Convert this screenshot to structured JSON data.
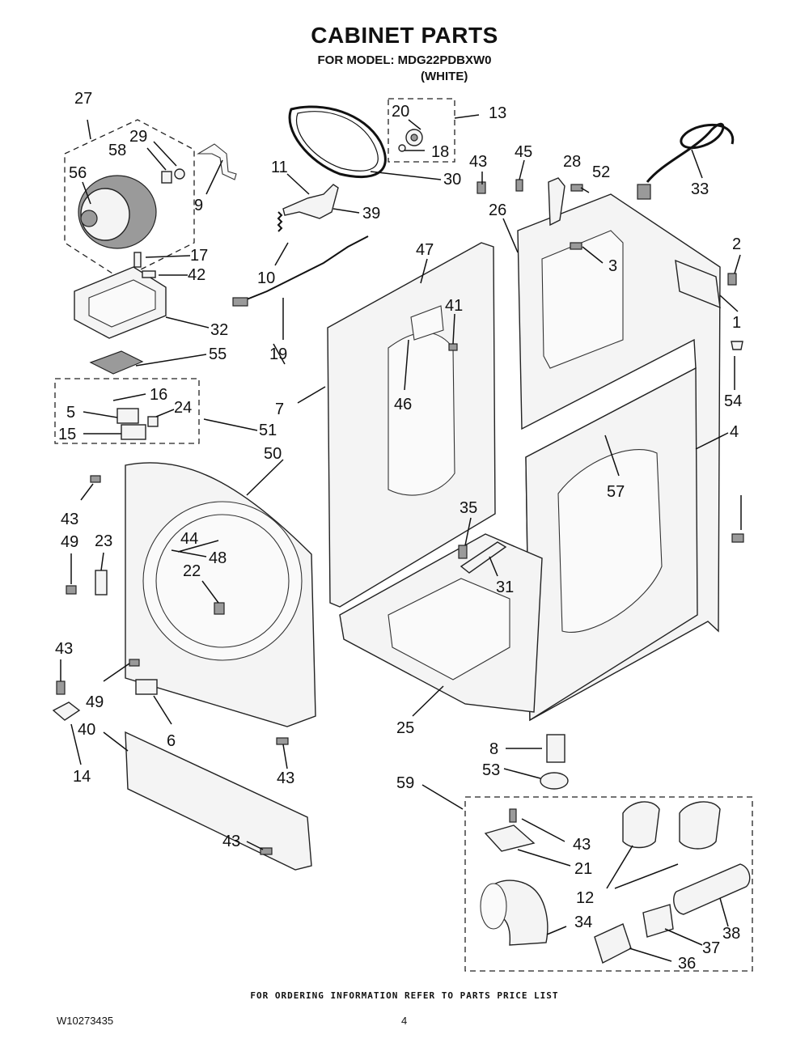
{
  "header": {
    "title": "CABINET PARTS",
    "model_line": "FOR MODEL: MDG22PDBXW0",
    "color_line": "(WHITE)"
  },
  "footer": {
    "ordering_note": "FOR ORDERING INFORMATION REFER TO PARTS PRICE LIST",
    "document_number": "W10273435",
    "page_number": "4"
  },
  "callouts": {
    "c1": "1",
    "c2": "2",
    "c3": "3",
    "c4": "4",
    "c5": "5",
    "c6": "6",
    "c7": "7",
    "c8": "8",
    "c9": "9",
    "c10": "10",
    "c11": "11",
    "c12": "12",
    "c13": "13",
    "c14": "14",
    "c15": "15",
    "c16": "16",
    "c17": "17",
    "c18": "18",
    "c19": "19",
    "c20": "20",
    "c21": "21",
    "c22": "22",
    "c23": "23",
    "c24": "24",
    "c25": "25",
    "c26": "26",
    "c27": "27",
    "c28": "28",
    "c29": "29",
    "c30": "30",
    "c31": "31",
    "c32": "32",
    "c33": "33",
    "c34": "34",
    "c35": "35",
    "c36": "36",
    "c37": "37",
    "c38": "38",
    "c39": "39",
    "c40": "40",
    "c41": "41",
    "c42": "42",
    "c43": "43",
    "c44": "44",
    "c45": "45",
    "c46": "46",
    "c47": "47",
    "c48": "48",
    "c49": "49",
    "c50": "50",
    "c51": "51",
    "c52": "52",
    "c53": "53",
    "c54": "54",
    "c55": "55",
    "c56": "56",
    "c57": "57",
    "c58": "58",
    "c59": "59"
  }
}
